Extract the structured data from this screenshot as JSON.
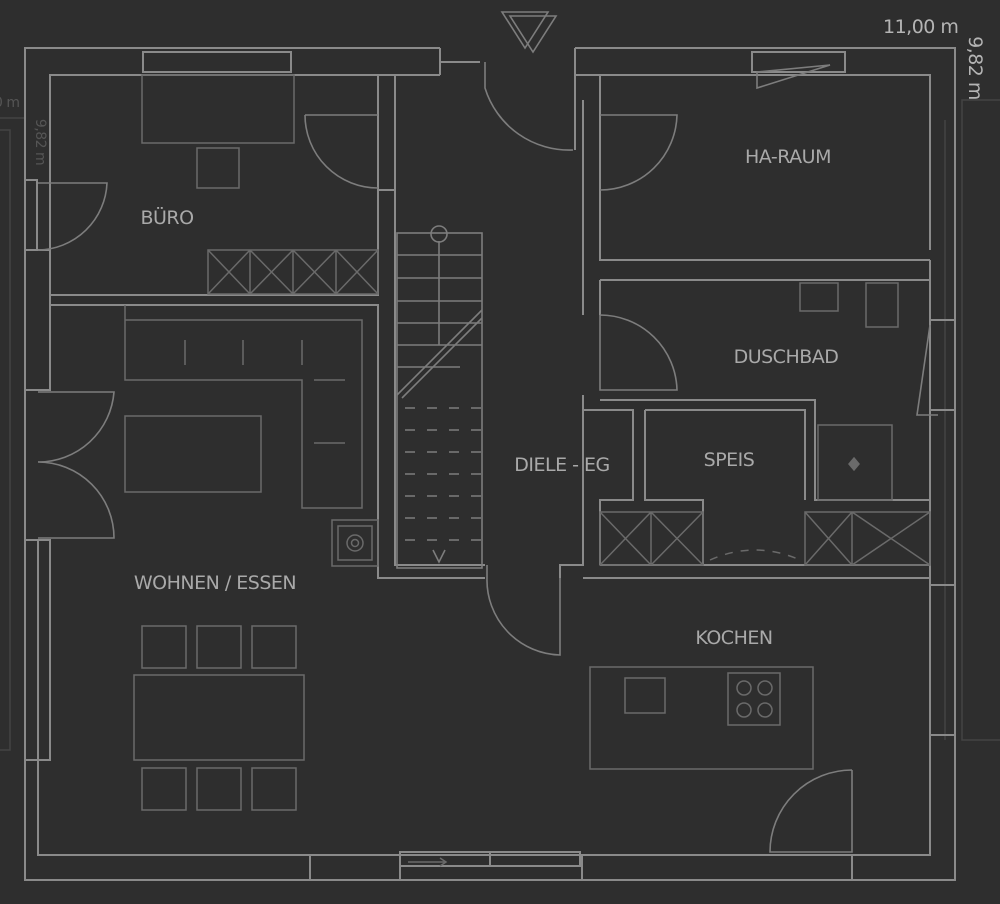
{
  "title": "Grundriss Erdgeschoss",
  "dimensions": {
    "width": "11,00 m",
    "depth": "9,82 m"
  },
  "background_dimensions": {
    "left_top": "0 m",
    "left_side": "9,82 m"
  },
  "rooms": {
    "buero": "BÜRO",
    "ha_raum": "HA-RAUM",
    "duschbad": "DUSCHBAD",
    "speis": "SPEIS",
    "diele": "DIELE - EG",
    "wohnen": "WOHNEN / ESSEN",
    "kochen": "KOCHEN"
  },
  "colors": {
    "background": "#2e2e2e",
    "lines": "#8a8a8a",
    "text": "#a9a9a9"
  }
}
